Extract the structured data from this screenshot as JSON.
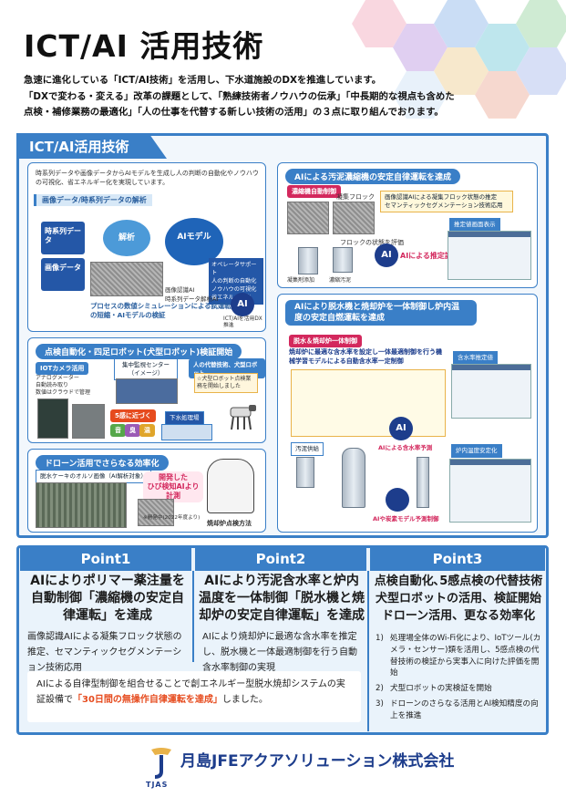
{
  "header": {
    "title": "ICT/AI 活用技術",
    "intro_lines": [
      "急速に進化している「ICT/AI技術」を活用し、下水道施設のDXを推進しています。",
      "「DXで変わる・変える」改革の課題として、「熟練技術者ノウハウの伝承」「中長期的な視点も含めた",
      "点検・補修業務の最適化」「人の仕事を代替する新しい技術の活用」の３点に取り組んでおります。"
    ]
  },
  "panel": {
    "tab": "ICT/AI活用技術",
    "analysis": {
      "desc": "時系列データや画像データからAIモデルを生成し人の判断の自動化やノウハウの可視化、省エネルギー化を実現しています。",
      "sub": "画像データ/時系列データの解析",
      "label_ts": "時系列データ",
      "label_img": "画像データ",
      "label_analysis": "解析",
      "label_ai_model": "AIモデル",
      "bullets": [
        "オペレータサポート",
        "人の判断の自動化",
        "ノウハウの可視化",
        "省エネルギー化"
      ],
      "models": "画像認識AI\n時系列データ解析AI",
      "process": "プロセスの数値シミュレーションによる試運転の短縮・AIモデルの検証",
      "badge_caption": "ICT/AIを活用DX推進"
    },
    "robot": {
      "head": "点検自動化・四足ロボット(犬型ロボット)検証開始",
      "iot_label": "IOTカメラ活用",
      "iot_desc": "アナログメーター\n自動読み取り\n数値はクラウドで管理",
      "center_label": "集中監視センター（イメージ）",
      "dog_label": "人の代替技術、犬型ロボット",
      "dog_desc": "☆犬型ロボット点検業務を開始しました",
      "senses": "5感に近づく",
      "sense_a": "音",
      "sense_b": "臭",
      "sense_c": "温",
      "plant": "下水処理場"
    },
    "drone": {
      "head": "ドローン活用でさらなる効率化",
      "sub": "脱水ケーキのオルソ画像（AI解析対象）",
      "ai_measure": "開発した\nひび検知AIより\n計測",
      "note": "※開発中(2022年度より)",
      "furnace": "焼却炉点検方法"
    },
    "thickener": {
      "head": "AIによる汚泥濃縮機の安定自律運転を達成",
      "tag": "濃縮機自動制御",
      "label_floc": "凝集フロック",
      "ai_box": "画像認識AIによる凝集フロック状態の推定\nセマンティックセグメンテーション技術応用",
      "label_eval": "フロックの状態を評価",
      "label_sludge": "濃縮汚泥",
      "label_chem": "凝集剤添加",
      "label_predict": "AIによる推定評価",
      "label_screen": "推定値画面表示"
    },
    "dewater": {
      "head": "AIにより脱水機と焼却炉を一体制御し炉内温度の安定自燃運転を達成",
      "tag": "脱水＆焼却炉一体制御",
      "desc": "焼却炉に最適な含水率を設定し一体最適制御を行う機械学習モデルによる自動含水率一定制御",
      "label_rate": "含水率推定値",
      "label_stable": "炉内温度安定化",
      "label_sludge": "汚泥供給",
      "label_ai_rate": "AIによる含水率予測",
      "label_ai_model": "AIや炭素モデル予測制御"
    }
  },
  "points": [
    {
      "label": "Point1",
      "title": "AIによりポリマー薬注量を自動制御「濃縮機の安定自律運転」を達成",
      "body": "画像認識AIによる凝集フロック状態の推定、セマンティックセグメンテーション技術応用"
    },
    {
      "label": "Point2",
      "title": "AIにより汚泥含水率と炉内温度を一体制御「脱水機と焼却炉の安定自律運転」を達成",
      "body": "AIにより焼却炉に最適な含水率を推定し、脱水機と一体最適制御を行う自動含水率制御の実現"
    },
    {
      "label": "Point3",
      "title": "点検自動化､5感点検の代替技術犬型ロボットの活用、検証開始ドローン活用、更なる効率化",
      "items": [
        {
          "n": "1)",
          "text": "処理場全体のWi-Fi化により、IoTツール(カメラ・センサー)類を活用し、5感点検の代替技術の検証から実事入に向けた評価を開始"
        },
        {
          "n": "2)",
          "text": "犬型ロボットの実検証を開始"
        },
        {
          "n": "3)",
          "text": "ドローンのさらなる活用とAI検知精度の向上を推進"
        }
      ]
    }
  ],
  "result": {
    "prefix": "AIによる自律型制御を組合せることで創エネルギー型脱水焼却システムの実証設備で",
    "highlight": "「30日間の無操作自律運転を達成」",
    "suffix": "しました。"
  },
  "footer": {
    "company": "月島JFEアクアソリューション株式会社",
    "logo_text": "TJAS"
  },
  "colors": {
    "accent": "#3a7fc7",
    "dark_blue": "#1d3d8c",
    "highlight": "#e64b1e"
  }
}
